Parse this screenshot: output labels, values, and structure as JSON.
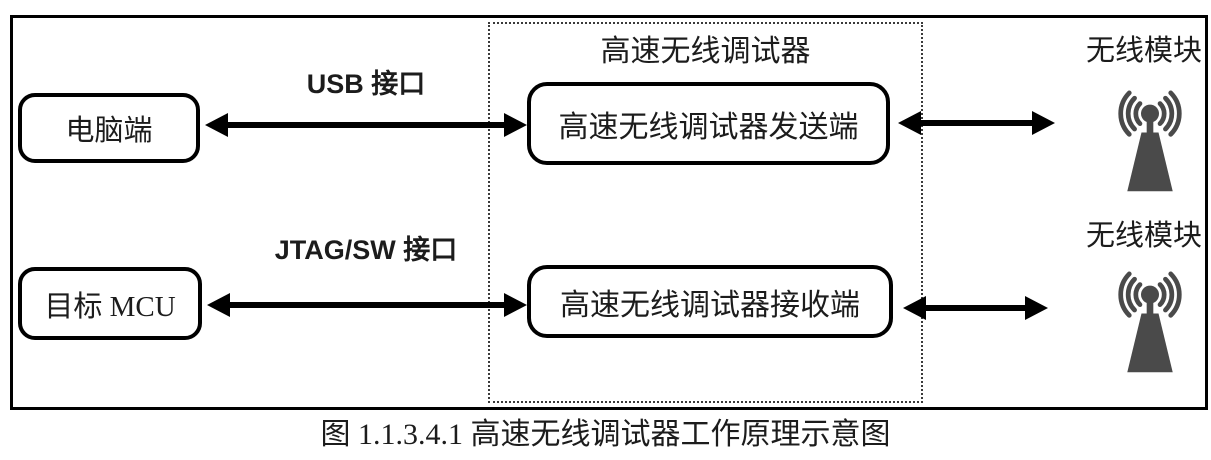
{
  "figure": {
    "caption": "图 1.1.3.4.1 高速无线调试器工作原理示意图"
  },
  "group": {
    "title": "高速无线调试器"
  },
  "nodes": {
    "computer": {
      "label": "电脑端"
    },
    "target_mcu": {
      "label": "目标 MCU"
    },
    "sender": {
      "label": "高速无线调试器发送端"
    },
    "receiver": {
      "label": "高速无线调试器接收端"
    }
  },
  "wireless_modules": {
    "top": {
      "label": "无线模块",
      "icon": "antenna-icon"
    },
    "bottom": {
      "label": "无线模块",
      "icon": "antenna-icon"
    }
  },
  "connections": {
    "usb": {
      "label": "USB 接口",
      "type": "double-arrow"
    },
    "jtag": {
      "label": "JTAG/SW 接口",
      "type": "double-arrow"
    },
    "air_top": {
      "label": "",
      "type": "double-arrow"
    },
    "air_bottom": {
      "label": "",
      "type": "double-arrow"
    }
  },
  "colors": {
    "line": "#000000",
    "text": "#1c1c1c",
    "antenna": "#4a4a4a",
    "background": "#ffffff",
    "dotted_border": "#3a3a3a"
  }
}
